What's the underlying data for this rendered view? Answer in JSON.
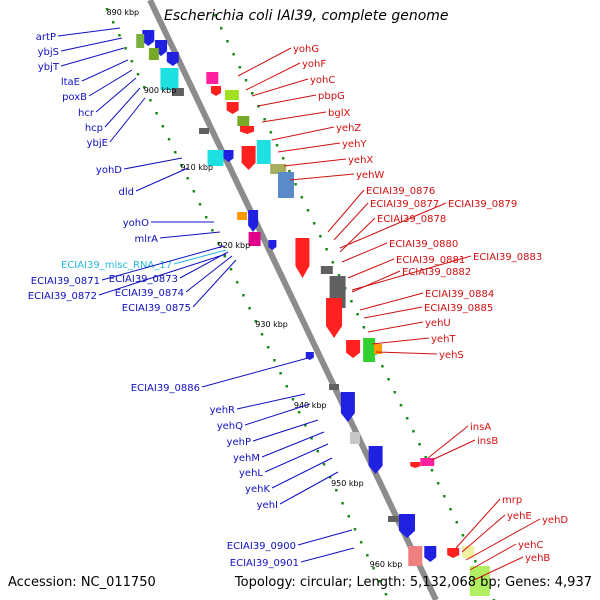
{
  "title": "Escherichia coli IAI39, complete genome",
  "footer": {
    "accession": "Accession: NC_011750",
    "topology": "Topology: circular; Length: 5,132,068 bp; Genes: 4,937"
  },
  "colors": {
    "backbone": "#8c8c8c",
    "left_labels": "#1010c0",
    "right_labels": "#d01010",
    "misc_rna_label": "#28b8e0",
    "tick_marks": "#1a8a1a"
  },
  "scale_labels": [
    "890 kbp",
    "900 kbp",
    "910 kbp",
    "920 kbp",
    "930 kbp",
    "940 kbp",
    "950 kbp",
    "960 kbp"
  ],
  "left_genes": [
    "artP",
    "ybjS",
    "ybjT",
    "ltaE",
    "poxB",
    "hcr",
    "hcp",
    "ybjE",
    "yohD",
    "dld",
    "yohO",
    "mlrA",
    "ECIAI39_misc_RNA_17",
    "ECIAI39_0871",
    "ECIAI39_0873",
    "ECIAI39_0872",
    "ECIAI39_0874",
    "ECIAI39_0875",
    "ECIAI39_0886",
    "yehR",
    "yehQ",
    "yehP",
    "yehM",
    "yehL",
    "yehK",
    "yehI",
    "ECIAI39_0900",
    "ECIAI39_0901"
  ],
  "right_genes": [
    "yohG",
    "yohF",
    "yohC",
    "pbpG",
    "bglX",
    "yehZ",
    "yehY",
    "yehX",
    "yehW",
    "ECIAI39_0876",
    "ECIAI39_0877",
    "ECIAI39_0879",
    "ECIAI39_0878",
    "ECIAI39_0880",
    "ECIAI39_0881",
    "ECIAI39_0883",
    "ECIAI39_0882",
    "ECIAI39_0884",
    "ECIAI39_0885",
    "yehU",
    "yehT",
    "yehS",
    "insA",
    "insB",
    "mrp",
    "yehE",
    "yehD",
    "yehC",
    "yehB"
  ]
}
